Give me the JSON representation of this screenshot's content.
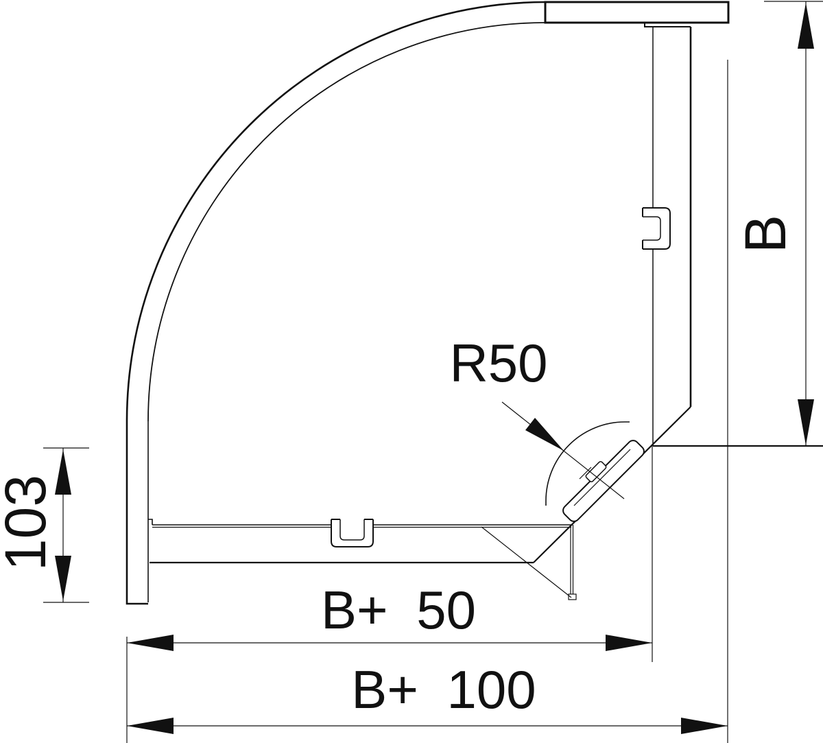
{
  "labels": {
    "radius": "R50",
    "end_length": "103",
    "width": "B",
    "width_plus_50": "B+ 50",
    "width_plus_100": "B+ 100"
  },
  "colors": {
    "background": "#ffffff",
    "line": "#111111",
    "text": "#111111"
  }
}
